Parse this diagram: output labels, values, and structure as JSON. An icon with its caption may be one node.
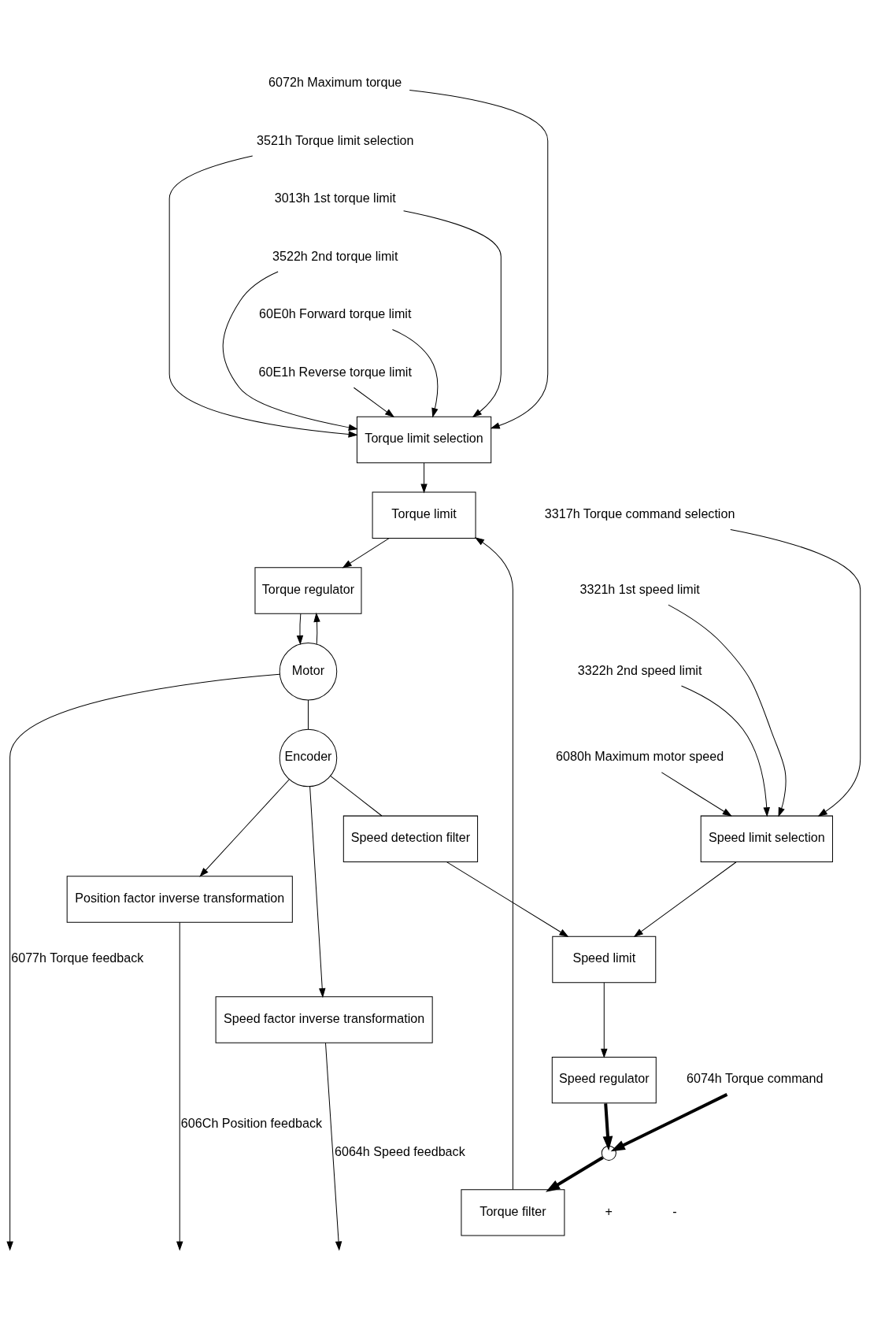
{
  "diagram": {
    "nodes": [
      {
        "text": [
          "6072h Maximum torque"
        ]
      },
      {
        "text": [
          "3521h Torque limit selection"
        ]
      },
      {
        "text": [
          "3013h 1st torque limit"
        ]
      },
      {
        "text": [
          "3522h 2nd torque limit"
        ]
      },
      {
        "text": [
          "60E0h Forward torque limit"
        ]
      },
      {
        "text": [
          "60E1h Reverse torque limit"
        ]
      },
      {
        "text": [
          "Torque limit selection"
        ]
      },
      {
        "text": [
          "6074h Torque command"
        ]
      },
      {
        "text": [],
        "shape": "circle"
      },
      {
        "text": [
          "Torque filter"
        ]
      },
      {
        "text": [
          "Torque limit"
        ]
      },
      {
        "text": [
          "Torque regulator"
        ]
      },
      {
        "text": [
          "Motor"
        ]
      },
      {
        "text": [
          "Encoder"
        ]
      },
      {
        "text": [
          "Speed regulator"
        ]
      },
      {
        "text": [
          "Speed limit"
        ]
      },
      {
        "text": [
          "Speed detection filter"
        ]
      },
      {
        "text": [
          "3317h Torque command selection"
        ]
      },
      {
        "text": [
          "3321h 1st speed limit"
        ]
      },
      {
        "text": [
          "3322h 2nd speed limit"
        ]
      },
      {
        "text": [
          "Speed limit selection"
        ]
      },
      {
        "text": [
          "6080h Maximum motor speed"
        ]
      },
      {
        "text": [
          "Position factor inverse transformation"
        ]
      },
      {
        "text": [
          "Speed factor inverse transformation"
        ]
      }
    ],
    "edges": [
      {
        "from": 0,
        "to": 6,
        "arrow": "to"
      },
      {
        "from": 1,
        "to": 6,
        "arrow": "to"
      },
      {
        "from": 2,
        "to": 6,
        "arrow": "to"
      },
      {
        "from": 3,
        "to": 6,
        "arrow": "to"
      },
      {
        "from": 4,
        "to": 6,
        "arrow": "to"
      },
      {
        "from": 5,
        "to": 6,
        "arrow": "to"
      },
      {
        "from": 6,
        "to": 10,
        "arrow": "to"
      },
      {
        "from": 7,
        "to": 8,
        "arrow": "to",
        "style": "thick"
      },
      {
        "from": 8,
        "to": 9,
        "arrow": "to",
        "style": "thick"
      },
      {
        "from": 9,
        "to": 10,
        "arrow": "to"
      },
      {
        "from": 10,
        "to": 11,
        "arrow": "to"
      },
      {
        "from": 11,
        "to": 12,
        "arrow": "to"
      },
      {
        "from": 12,
        "to": 11,
        "arrow": "to"
      },
      {
        "from": 12,
        "to": 13,
        "arrow": "none"
      },
      {
        "from": 13,
        "to": 16,
        "arrow": "none"
      },
      {
        "from": 16,
        "to": 15,
        "arrow": "to"
      },
      {
        "from": 15,
        "to": 14,
        "arrow": "to"
      },
      {
        "from": 14,
        "to": 8,
        "arrow": "to",
        "style": "thick"
      },
      {
        "from": 17,
        "to": 20,
        "arrow": "to"
      },
      {
        "from": 18,
        "to": 20,
        "arrow": "to"
      },
      {
        "from": 19,
        "to": 20,
        "arrow": "to"
      },
      {
        "from": 21,
        "to": 20,
        "arrow": "to"
      },
      {
        "from": 20,
        "to": 15,
        "arrow": "to"
      },
      {
        "from": 13,
        "to": 22,
        "arrow": "to"
      },
      {
        "from": 13,
        "to": 23,
        "arrow": "to"
      },
      {
        "from": 22,
        "to": null,
        "arrow": "to",
        "label": "606Ch Position feedback"
      },
      {
        "from": 23,
        "to": null,
        "arrow": "to",
        "label": "6064h Speed feedback"
      },
      {
        "from": 12,
        "to": null,
        "arrow": "to",
        "label": "6077h Torque feedback"
      }
    ],
    "labels": [
      "+",
      "-"
    ]
  }
}
